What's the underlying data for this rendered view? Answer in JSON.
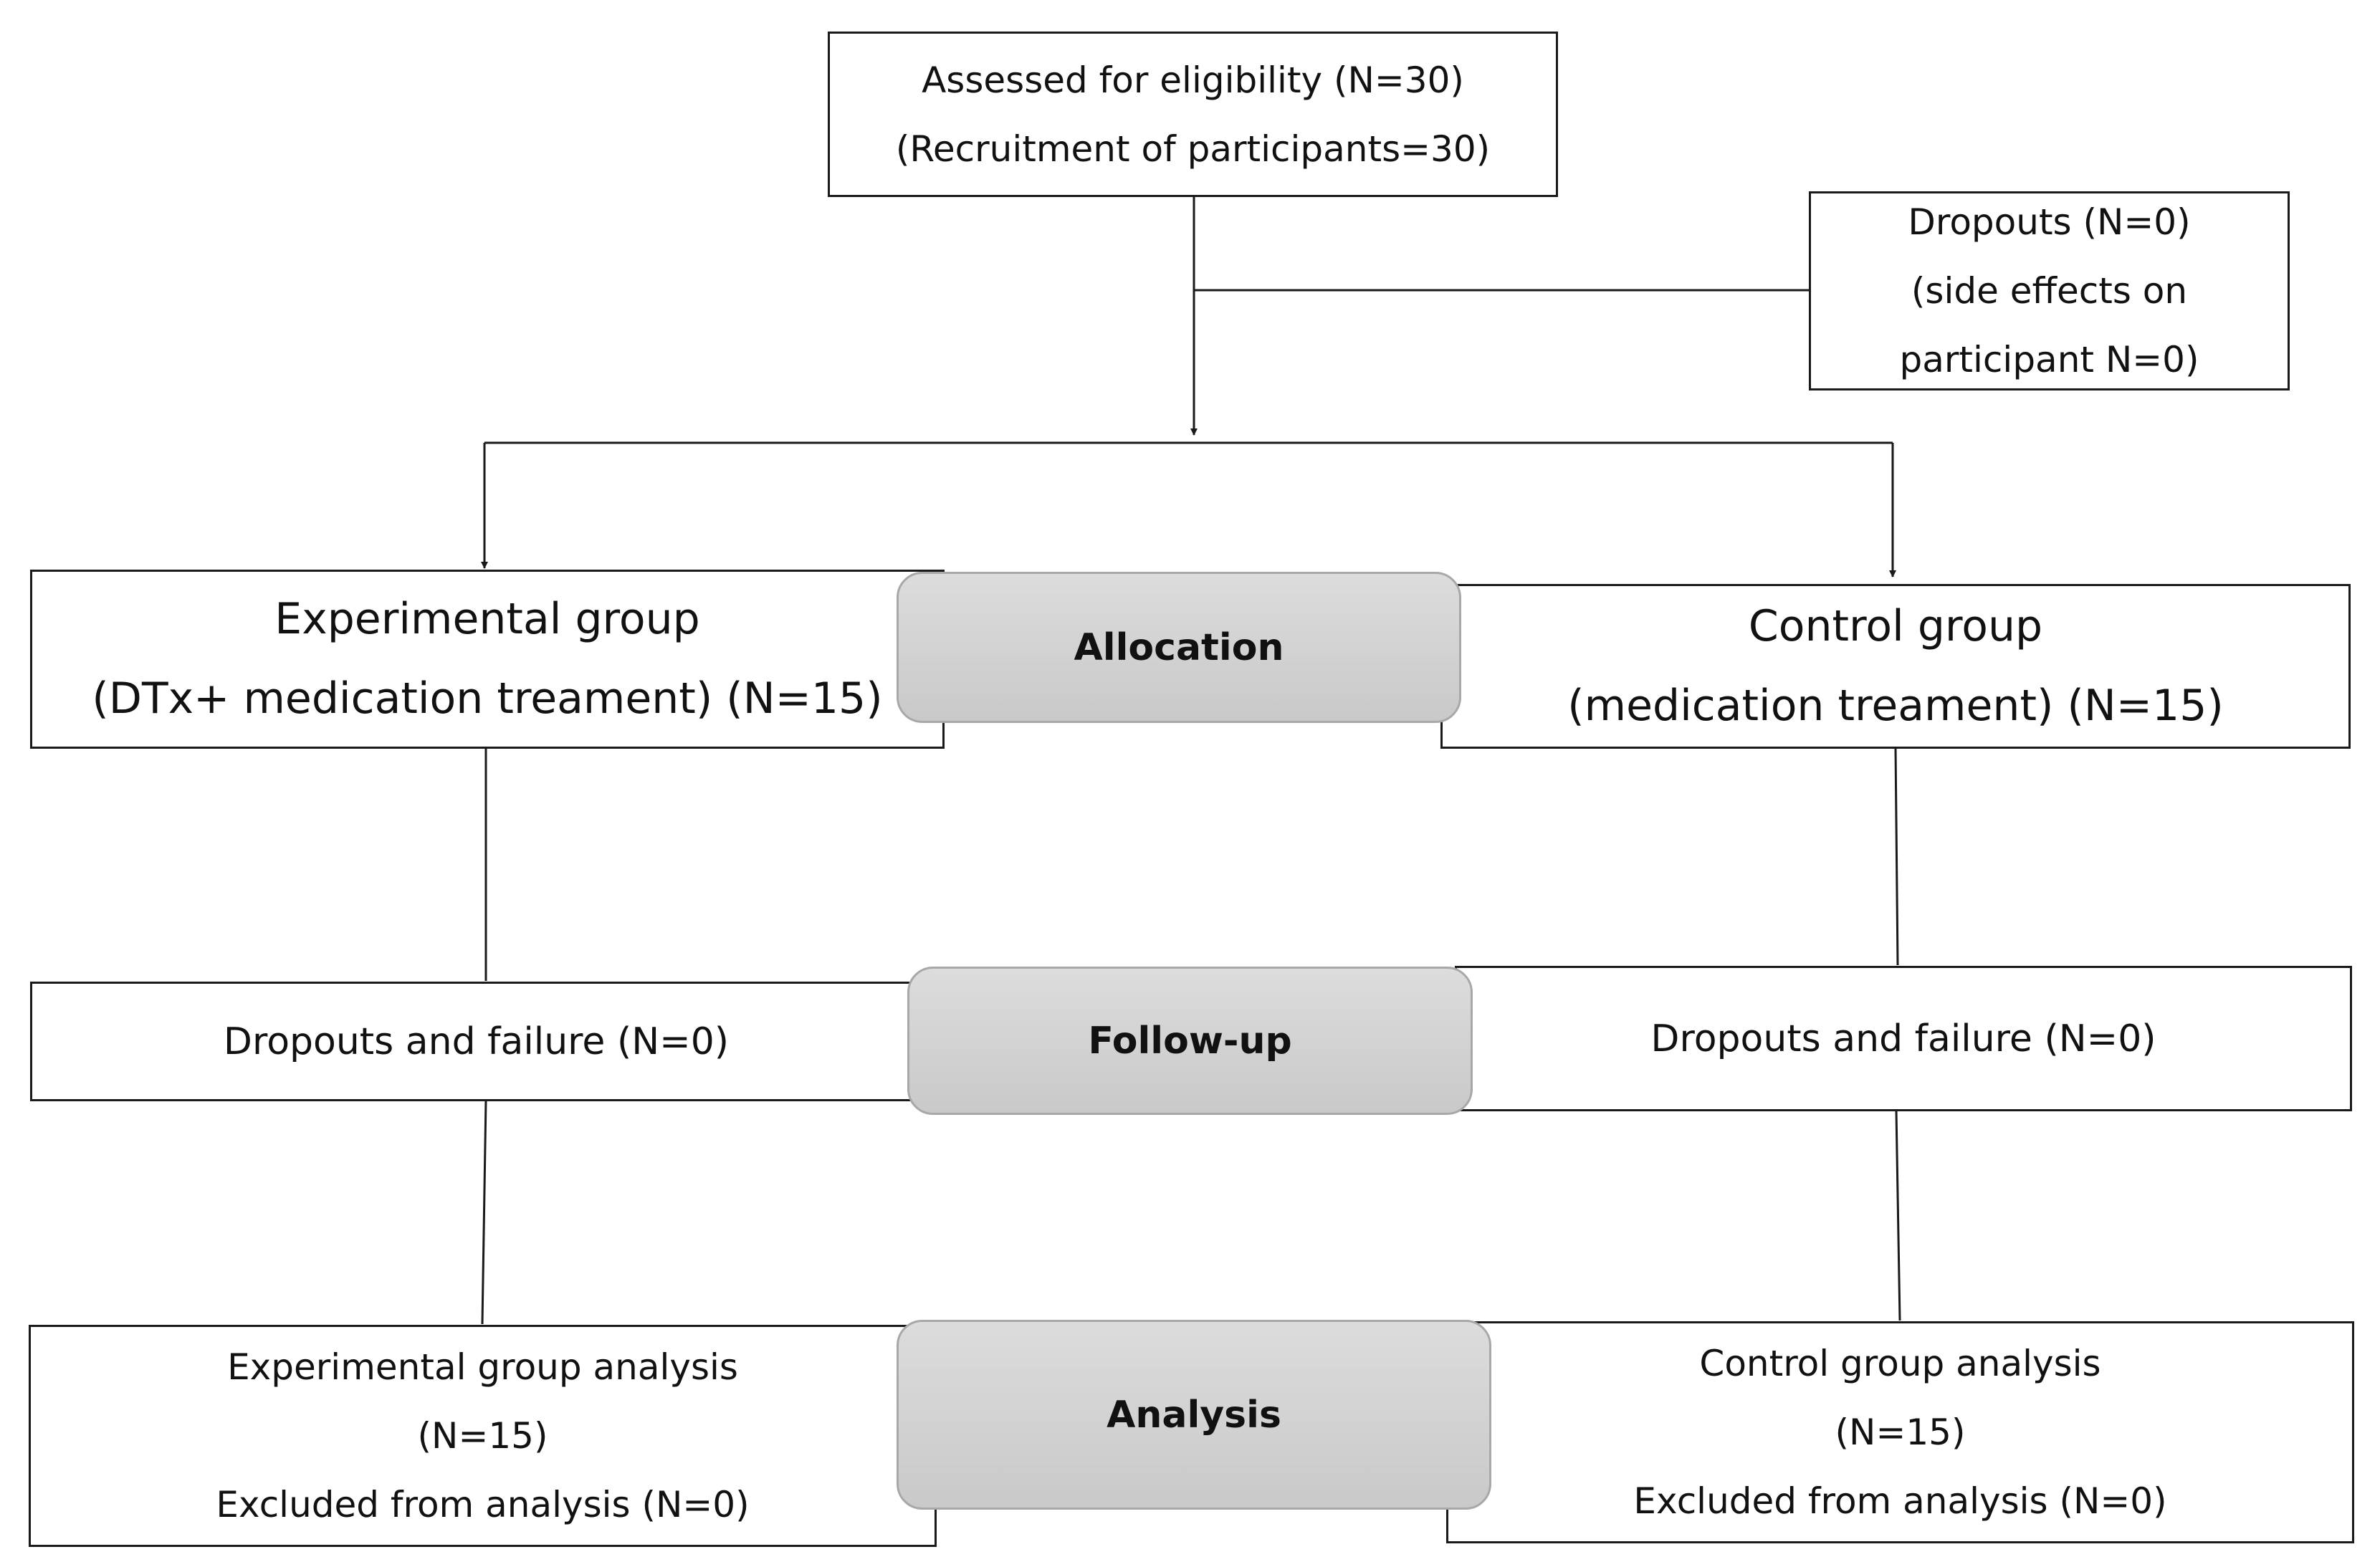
{
  "enrollment": {
    "line1": "Assessed for eligibility (N=30)",
    "line2": "(Recruitment of participants=30)"
  },
  "dropouts": {
    "line1": "Dropouts (N=0)",
    "line2": "(side effects on",
    "line3": "participant N=0)"
  },
  "stages": {
    "allocation": "Allocation",
    "follow_up": "Follow-up",
    "analysis": "Analysis"
  },
  "experimental": {
    "allocation_line1": "Experimental group",
    "allocation_line2": "(DTx+ medication treament) (N=15)",
    "follow_up": "Dropouts and failure (N=0)",
    "analysis_line1": "Experimental group analysis",
    "analysis_line2": "(N=15)",
    "analysis_line3": "Excluded from analysis (N=0)"
  },
  "control": {
    "allocation_line1": "Control group",
    "allocation_line2": "(medication treament) (N=15)",
    "follow_up": "Dropouts and failure (N=0)",
    "analysis_line1": "Control group analysis",
    "analysis_line2": "(N=15)",
    "analysis_line3": "Excluded from analysis (N=0)"
  }
}
